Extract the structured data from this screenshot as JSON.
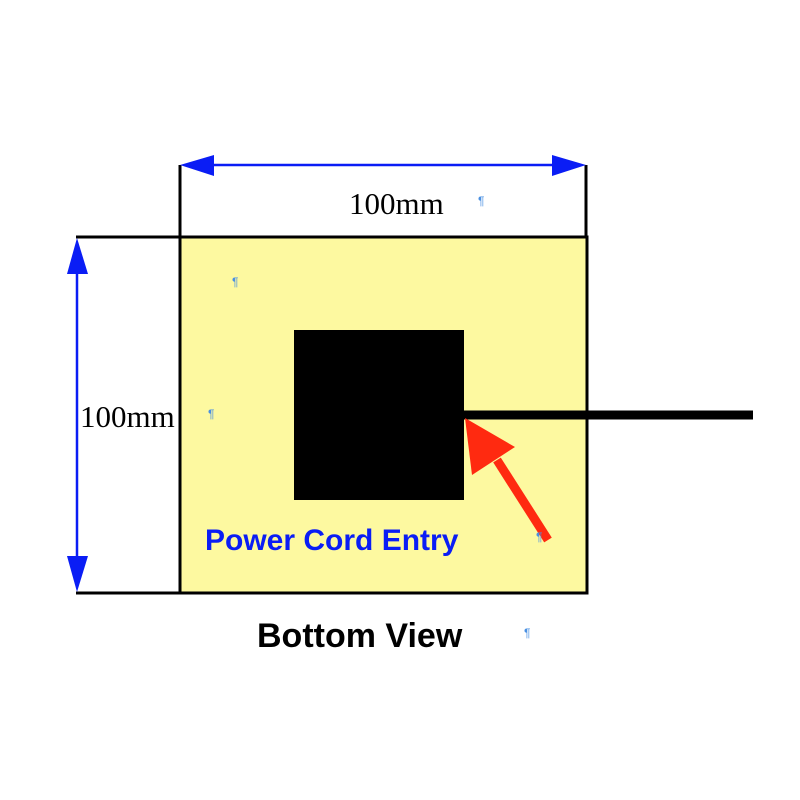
{
  "diagram": {
    "width_label": "100mm",
    "height_label": "100mm",
    "callout_label": "Power Cord Entry",
    "caption": "Bottom View",
    "paragraph_mark": "¶"
  },
  "colors": {
    "base_fill": "#fdf9a0",
    "dimension_arrow": "#0a1df5",
    "callout_text": "#0a1df5",
    "pointer_arrow": "#ff2a10",
    "outline": "#000000"
  }
}
